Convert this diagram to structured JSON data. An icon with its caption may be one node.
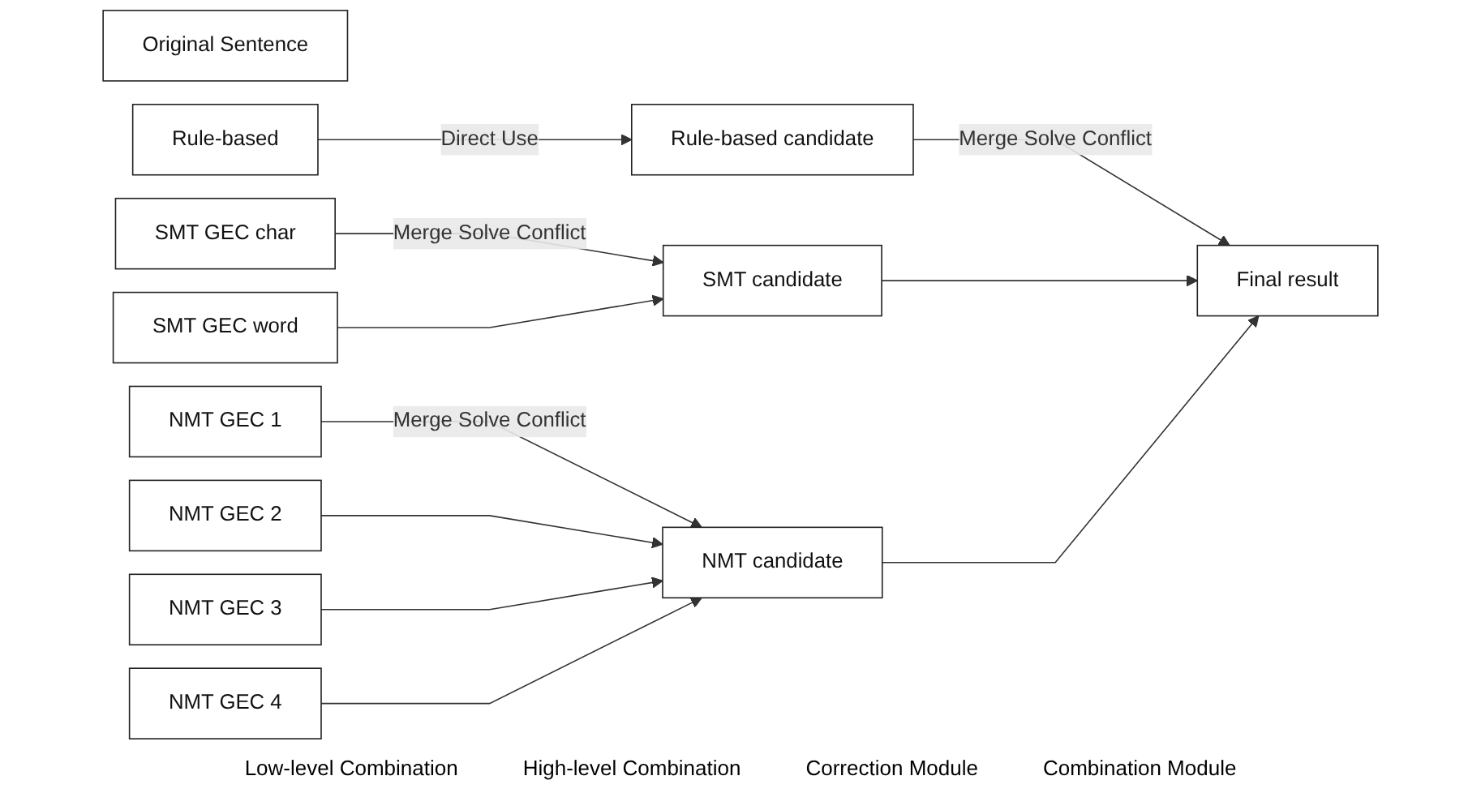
{
  "diagram": {
    "nodes": [
      {
        "text": [
          "Original Sentence"
        ]
      },
      {
        "text": [
          "Rule-based"
        ]
      },
      {
        "text": [
          "SMT GEC char"
        ]
      },
      {
        "text": [
          "SMT GEC word"
        ]
      },
      {
        "text": [
          "NMT GEC 1"
        ]
      },
      {
        "text": [
          "NMT GEC 2"
        ]
      },
      {
        "text": [
          "NMT GEC 3"
        ]
      },
      {
        "text": [
          "NMT GEC 4"
        ]
      },
      {
        "text": [
          "Rule-based candidate"
        ]
      },
      {
        "text": [
          "SMT candidate"
        ]
      },
      {
        "text": [
          "NMT candidate"
        ]
      },
      {
        "text": [
          "Final result"
        ]
      }
    ],
    "edges": [
      {
        "from": 1,
        "to": 8,
        "arrow": "to",
        "label": "Direct Use"
      },
      {
        "from": 2,
        "to": 9,
        "arrow": "to",
        "label": "Merge Solve Conflict"
      },
      {
        "from": 3,
        "to": 9,
        "arrow": "to"
      },
      {
        "from": 4,
        "to": 10,
        "arrow": "to",
        "label": "Merge Solve Conflict"
      },
      {
        "from": 5,
        "to": 10,
        "arrow": "to"
      },
      {
        "from": 6,
        "to": 10,
        "arrow": "to"
      },
      {
        "from": 7,
        "to": 10,
        "arrow": "to"
      },
      {
        "from": 8,
        "to": 11,
        "arrow": "to",
        "label": "Merge Solve Conflict"
      },
      {
        "from": 9,
        "to": 11,
        "arrow": "to"
      },
      {
        "from": 10,
        "to": 11,
        "arrow": "to"
      }
    ],
    "labels": [
      "Low-level Combination",
      "High-level Combination",
      "Correction Module",
      "Combination Module"
    ]
  }
}
